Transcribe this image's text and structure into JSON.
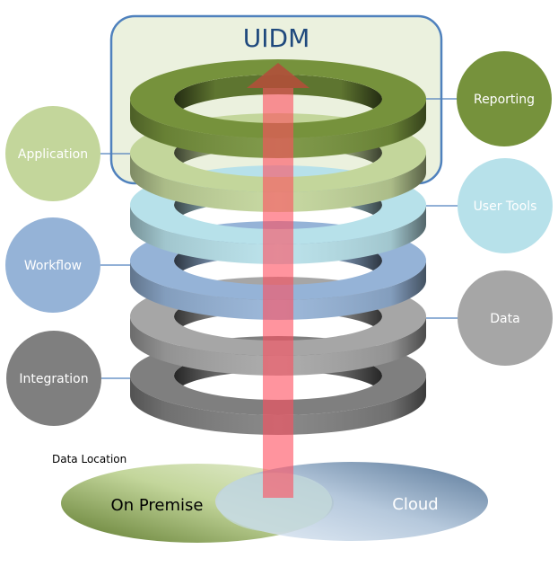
{
  "title": "UIDM",
  "layers": [
    {
      "id": "reporting",
      "label": "Reporting",
      "side": "right",
      "color": "#76923c",
      "label_color": "#ffffff"
    },
    {
      "id": "application",
      "label": "Application",
      "side": "left",
      "color": "#c3d69b",
      "label_color": "#ffffff"
    },
    {
      "id": "user-tools",
      "label": "User Tools",
      "side": "right",
      "color": "#b7e1ea",
      "label_color": "#ffffff"
    },
    {
      "id": "workflow",
      "label": "Workflow",
      "side": "left",
      "color": "#95b3d7",
      "label_color": "#ffffff"
    },
    {
      "id": "data",
      "label": "Data",
      "side": "right",
      "color": "#a6a6a6",
      "label_color": "#ffffff"
    },
    {
      "id": "integration",
      "label": "Integration",
      "side": "left",
      "color": "#7f7f7f",
      "label_color": "#ffffff"
    }
  ],
  "data_location": {
    "heading": "Data Location",
    "on_premise": {
      "label": "On Premise",
      "color": "#76923c"
    },
    "cloud": {
      "label": "Cloud",
      "color": "#3f6590"
    }
  },
  "colors": {
    "frame_border": "#4f81bd",
    "frame_fill": "#ebf1de",
    "title_text": "#1f497d",
    "connector": "#4f81bd",
    "arrow_shaft": "#ff4d5e",
    "arrow_head": "#b1503a"
  }
}
